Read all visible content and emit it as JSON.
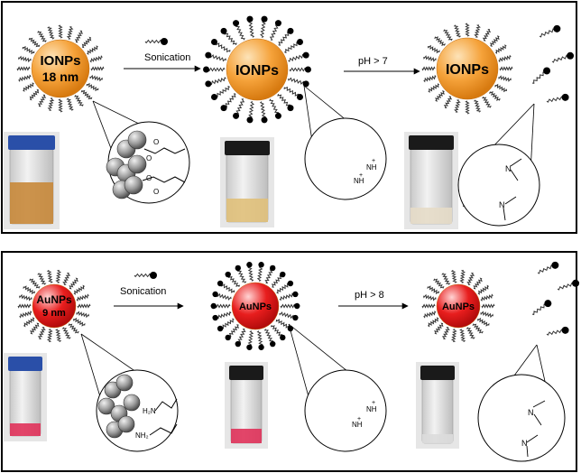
{
  "top_panel": {
    "np_first_line": "IONPs",
    "np_second_line": "18 nm",
    "np_label": "IONPs",
    "step1_label": "Sonication",
    "step2_label": "pH > 7",
    "chem_labels": [
      "O",
      "O",
      "O",
      "O",
      "NH",
      "NH",
      "+",
      "+",
      "N",
      "N"
    ],
    "colors": {
      "particle": "#f5a23a",
      "particle_highlight": "#fde3b8"
    }
  },
  "bottom_panel": {
    "np_first_line": "AuNPs",
    "np_second_line": "9 nm",
    "np_label": "AuNPs",
    "step1_label": "Sonication",
    "step2_label": "pH > 8",
    "chem_labels": [
      "H₂N",
      "NH₂",
      "NH",
      "NH",
      "+",
      "+",
      "N",
      "N"
    ],
    "colors": {
      "particle": "#e81e1e",
      "particle_highlight": "#ffd3d3"
    }
  }
}
